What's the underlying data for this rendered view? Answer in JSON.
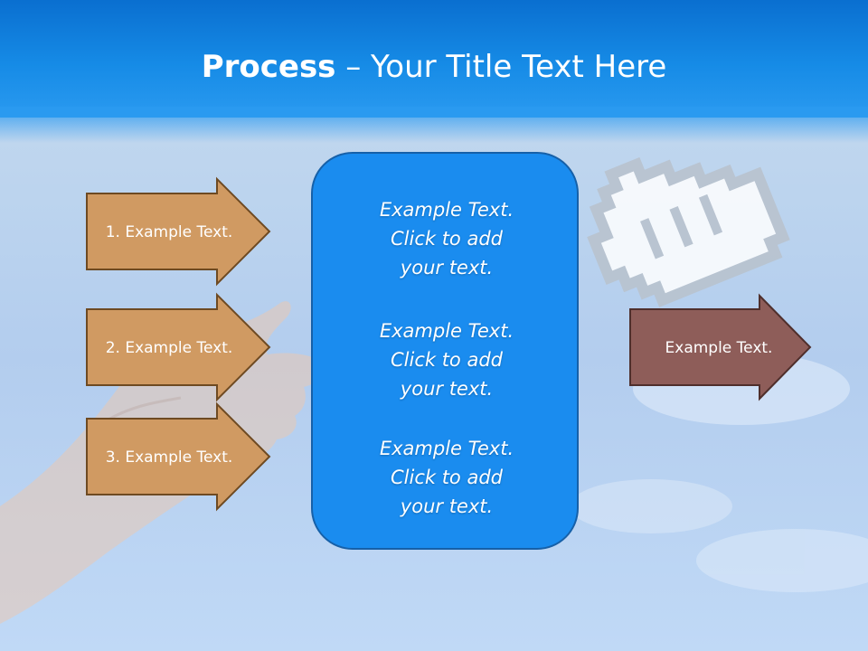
{
  "slide": {
    "title_bold": "Process",
    "title_rest": " – Your Title Text Here"
  },
  "left_arrows": [
    {
      "label": "1. Example Text."
    },
    {
      "label": "2. Example Text."
    },
    {
      "label": "3. Example Text."
    }
  ],
  "center_box": {
    "blocks": [
      {
        "lines": [
          "Example Text.",
          "Click  to add",
          "your text."
        ]
      },
      {
        "lines": [
          "Example Text.",
          "Click  to add",
          "your text."
        ]
      },
      {
        "lines": [
          "Example Text.",
          "Click  to add",
          "your text."
        ]
      }
    ]
  },
  "right_arrow": {
    "label": "Example Text."
  },
  "colors": {
    "header": "#168be6",
    "left_arrow_fill": "#d09a62",
    "left_arrow_border": "#6e4a22",
    "right_arrow_fill": "#8e5d59",
    "right_arrow_border": "#4f2f2c",
    "center_fill": "#1a8cef",
    "center_border": "#1660a8"
  },
  "icons": [
    "pixel-hand-cursor-icon",
    "open-hand-photo"
  ]
}
